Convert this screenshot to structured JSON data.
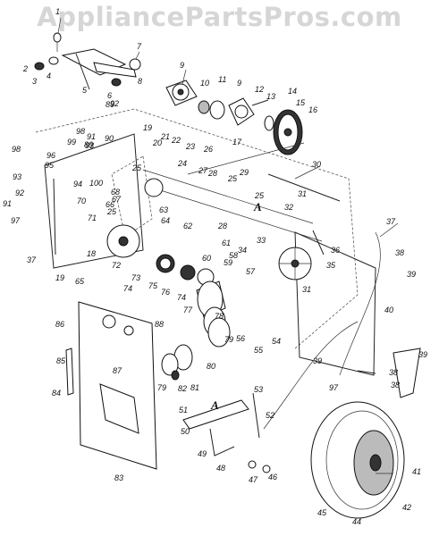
{
  "watermark": "AppliancePartsPros.com",
  "callouts": [
    {
      "id": "c1",
      "text": "1"
    },
    {
      "id": "c2",
      "text": "2"
    },
    {
      "id": "c3",
      "text": "3"
    },
    {
      "id": "c4",
      "text": "4"
    },
    {
      "id": "c5",
      "text": "5"
    },
    {
      "id": "c6",
      "text": "6"
    },
    {
      "id": "c7",
      "text": "7"
    },
    {
      "id": "c8",
      "text": "8"
    },
    {
      "id": "c9a",
      "text": "9"
    },
    {
      "id": "c9b",
      "text": "9"
    },
    {
      "id": "c10",
      "text": "10"
    },
    {
      "id": "c11",
      "text": "11"
    },
    {
      "id": "c12",
      "text": "12"
    },
    {
      "id": "c13",
      "text": "13"
    },
    {
      "id": "c14",
      "text": "14"
    },
    {
      "id": "c15",
      "text": "15"
    },
    {
      "id": "c16",
      "text": "16"
    },
    {
      "id": "c17",
      "text": "17"
    },
    {
      "id": "c18",
      "text": "18"
    },
    {
      "id": "c19a",
      "text": "19"
    },
    {
      "id": "c19b",
      "text": "19"
    },
    {
      "id": "c20",
      "text": "20"
    },
    {
      "id": "c21",
      "text": "21"
    },
    {
      "id": "c22",
      "text": "22"
    },
    {
      "id": "c23",
      "text": "23"
    },
    {
      "id": "c24",
      "text": "24"
    },
    {
      "id": "c25a",
      "text": "25"
    },
    {
      "id": "c25b",
      "text": "25"
    },
    {
      "id": "c25c",
      "text": "25"
    },
    {
      "id": "c25d",
      "text": "25"
    },
    {
      "id": "c26",
      "text": "26"
    },
    {
      "id": "c27",
      "text": "27"
    },
    {
      "id": "c28a",
      "text": "28"
    },
    {
      "id": "c28b",
      "text": "28"
    },
    {
      "id": "c29",
      "text": "29"
    },
    {
      "id": "c30",
      "text": "30"
    },
    {
      "id": "c31a",
      "text": "31"
    },
    {
      "id": "c31b",
      "text": "31"
    },
    {
      "id": "c32",
      "text": "32"
    },
    {
      "id": "c33",
      "text": "33"
    },
    {
      "id": "c34",
      "text": "34"
    },
    {
      "id": "c35",
      "text": "35"
    },
    {
      "id": "c36",
      "text": "36"
    },
    {
      "id": "c37a",
      "text": "37"
    },
    {
      "id": "c37b",
      "text": "37"
    },
    {
      "id": "c38a",
      "text": "38"
    },
    {
      "id": "c38b",
      "text": "38"
    },
    {
      "id": "c38c",
      "text": "38"
    },
    {
      "id": "c39a",
      "text": "39"
    },
    {
      "id": "c39b",
      "text": "39"
    },
    {
      "id": "c39c",
      "text": "39"
    },
    {
      "id": "c40",
      "text": "40"
    },
    {
      "id": "c41",
      "text": "41"
    },
    {
      "id": "c42",
      "text": "42"
    },
    {
      "id": "c44",
      "text": "44"
    },
    {
      "id": "c45",
      "text": "45"
    },
    {
      "id": "c46",
      "text": "46"
    },
    {
      "id": "c47",
      "text": "47"
    },
    {
      "id": "c48",
      "text": "48"
    },
    {
      "id": "c49",
      "text": "49"
    },
    {
      "id": "c50",
      "text": "50"
    },
    {
      "id": "c51",
      "text": "51"
    },
    {
      "id": "c52",
      "text": "52"
    },
    {
      "id": "c53",
      "text": "53"
    },
    {
      "id": "c54",
      "text": "54"
    },
    {
      "id": "c55",
      "text": "55"
    },
    {
      "id": "c56",
      "text": "56"
    },
    {
      "id": "c57",
      "text": "57"
    },
    {
      "id": "c58",
      "text": "58"
    },
    {
      "id": "c59",
      "text": "59"
    },
    {
      "id": "c60",
      "text": "60"
    },
    {
      "id": "c61",
      "text": "61"
    },
    {
      "id": "c62",
      "text": "62"
    },
    {
      "id": "c63",
      "text": "63"
    },
    {
      "id": "c64",
      "text": "64"
    },
    {
      "id": "c65",
      "text": "65"
    },
    {
      "id": "c66",
      "text": "66"
    },
    {
      "id": "c67",
      "text": "67"
    },
    {
      "id": "c68",
      "text": "68"
    },
    {
      "id": "c70",
      "text": "70"
    },
    {
      "id": "c71",
      "text": "71"
    },
    {
      "id": "c72",
      "text": "72"
    },
    {
      "id": "c73",
      "text": "73"
    },
    {
      "id": "c74a",
      "text": "74"
    },
    {
      "id": "c74b",
      "text": "74"
    },
    {
      "id": "c75",
      "text": "75"
    },
    {
      "id": "c76",
      "text": "76"
    },
    {
      "id": "c77",
      "text": "77"
    },
    {
      "id": "c78",
      "text": "78"
    },
    {
      "id": "c79a",
      "text": "79"
    },
    {
      "id": "c79b",
      "text": "79"
    },
    {
      "id": "c80",
      "text": "80"
    },
    {
      "id": "c81",
      "text": "81"
    },
    {
      "id": "c82",
      "text": "82"
    },
    {
      "id": "c83",
      "text": "83"
    },
    {
      "id": "c84",
      "text": "84"
    },
    {
      "id": "c85",
      "text": "85"
    },
    {
      "id": "c86",
      "text": "86"
    },
    {
      "id": "c87",
      "text": "87"
    },
    {
      "id": "c88",
      "text": "88"
    },
    {
      "id": "c89a",
      "text": "89"
    },
    {
      "id": "c89b",
      "text": "89"
    },
    {
      "id": "c90",
      "text": "90"
    },
    {
      "id": "c91a",
      "text": "91"
    },
    {
      "id": "c91b",
      "text": "91"
    },
    {
      "id": "c92a",
      "text": "92"
    },
    {
      "id": "c92b",
      "text": "92"
    },
    {
      "id": "c93a",
      "text": "93"
    },
    {
      "id": "c93b",
      "text": "93"
    },
    {
      "id": "c94",
      "text": "94"
    },
    {
      "id": "c95",
      "text": "95"
    },
    {
      "id": "c96",
      "text": "96"
    },
    {
      "id": "c97a",
      "text": "97"
    },
    {
      "id": "c97b",
      "text": "97"
    },
    {
      "id": "c98a",
      "text": "98"
    },
    {
      "id": "c98b",
      "text": "98"
    },
    {
      "id": "c99",
      "text": "99"
    },
    {
      "id": "c100",
      "text": "100"
    },
    {
      "id": "cA1",
      "text": "A"
    },
    {
      "id": "cA2",
      "text": "A"
    }
  ]
}
